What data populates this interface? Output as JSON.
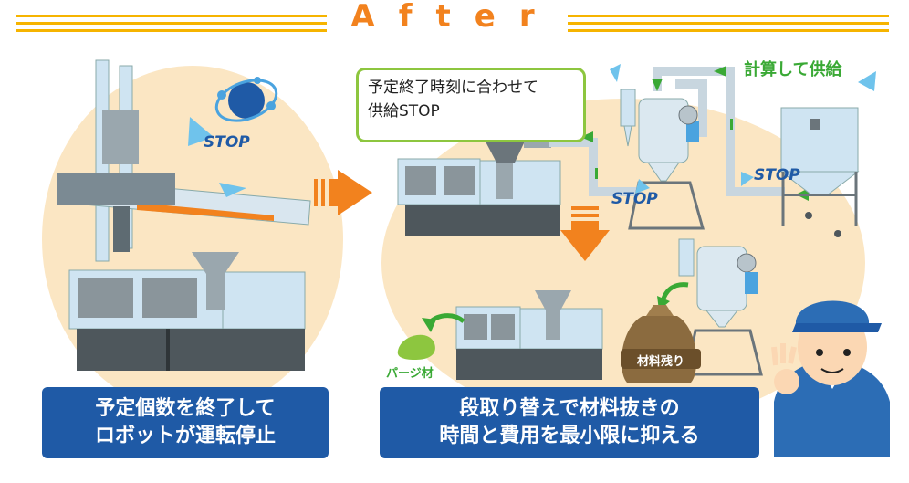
{
  "header": {
    "title": "After"
  },
  "left": {
    "stop_label": "STOP",
    "caption_line1": "予定個数を終了して",
    "caption_line2": "ロボットが運転停止"
  },
  "right": {
    "callout_line1": "予定終了時刻に合わせて",
    "callout_line2": "供給STOP",
    "supply_label": "計算して供給",
    "stop_label_1": "STOP",
    "stop_label_2": "STOP",
    "purge_label": "パージ材",
    "bag_label": "材料残り",
    "caption_line1": "段取り替えで材料抜きの",
    "caption_line2": "時間と費用を最小限に抑える"
  },
  "colors": {
    "orange": "#f2821e",
    "stripe": "#f6b400",
    "navy": "#1f5aa6",
    "green": "#8dc63f",
    "peach": "#fbe6c3"
  }
}
